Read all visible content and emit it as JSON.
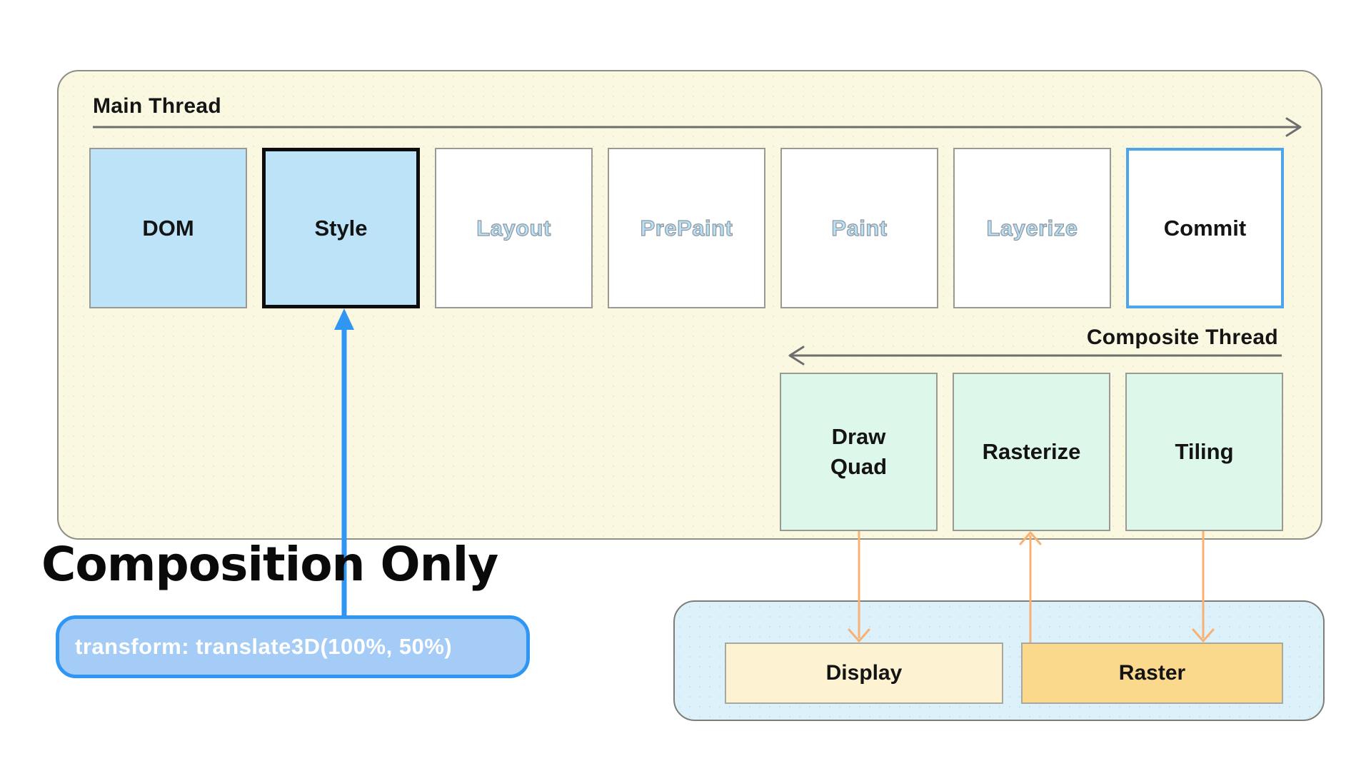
{
  "main_panel": {
    "thread_label": "Main Thread",
    "pipeline": [
      {
        "label": "DOM",
        "state": "active"
      },
      {
        "label": "Style",
        "state": "highlighted"
      },
      {
        "label": "Layout",
        "state": "skipped"
      },
      {
        "label": "PrePaint",
        "state": "skipped"
      },
      {
        "label": "Paint",
        "state": "skipped"
      },
      {
        "label": "Layerize",
        "state": "skipped"
      },
      {
        "label": "Commit",
        "state": "commit"
      }
    ],
    "composite_thread_label": "Composite Thread",
    "composite_boxes": [
      {
        "label": "Draw\nQuad"
      },
      {
        "label": "Rasterize"
      },
      {
        "label": "Tiling"
      }
    ]
  },
  "annotation": {
    "title": "Composition Only",
    "code": "transform: translate3D(100%, 50%)"
  },
  "gpu_panel": {
    "boxes": [
      {
        "label": "Display"
      },
      {
        "label": "Raster"
      }
    ]
  },
  "colors": {
    "panel_yellow": "#FBF8E2",
    "panel_lightblue": "#DCF1FA",
    "box_blue": "#BCE3F8",
    "box_green": "#DDF7EA",
    "ghost_text_blue": "#B9E0F6",
    "commit_border_blue": "#4EA5EC",
    "accent_blue": "#2F96F4",
    "arrow_gray": "#6E6E6E",
    "arrow_orange": "#F9B173",
    "display_fill": "#FDF3D3",
    "raster_fill": "#FAD88C"
  }
}
